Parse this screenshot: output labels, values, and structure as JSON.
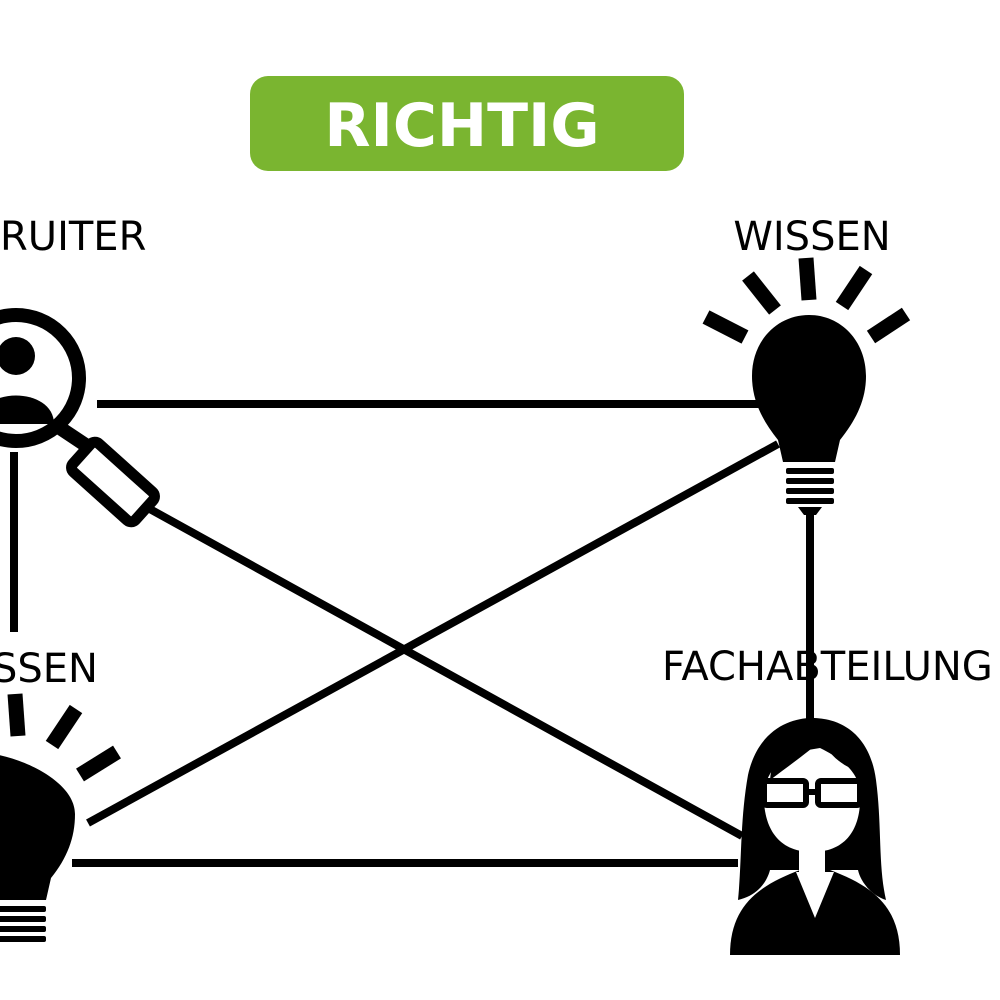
{
  "banner": {
    "label": "RICHTIG",
    "color": "#7ab530"
  },
  "nodes": [
    {
      "id": "recruiter",
      "label": "RUITER",
      "icon": "magnifier-person-icon"
    },
    {
      "id": "wissen-right",
      "label": "WISSEN",
      "icon": "lightbulb-icon"
    },
    {
      "id": "wissen-left",
      "label": "SSEN",
      "icon": "lightbulb-icon"
    },
    {
      "id": "fachabteilung",
      "label": "FACHABTEILUNG",
      "icon": "woman-glasses-icon"
    }
  ],
  "edges": [
    [
      "recruiter",
      "wissen-right"
    ],
    [
      "recruiter",
      "wissen-left"
    ],
    [
      "recruiter",
      "fachabteilung"
    ],
    [
      "wissen-right",
      "wissen-left"
    ],
    [
      "wissen-right",
      "fachabteilung"
    ],
    [
      "wissen-left",
      "fachabteilung"
    ]
  ],
  "colors": {
    "ink": "#000000",
    "background": "#ffffff"
  }
}
